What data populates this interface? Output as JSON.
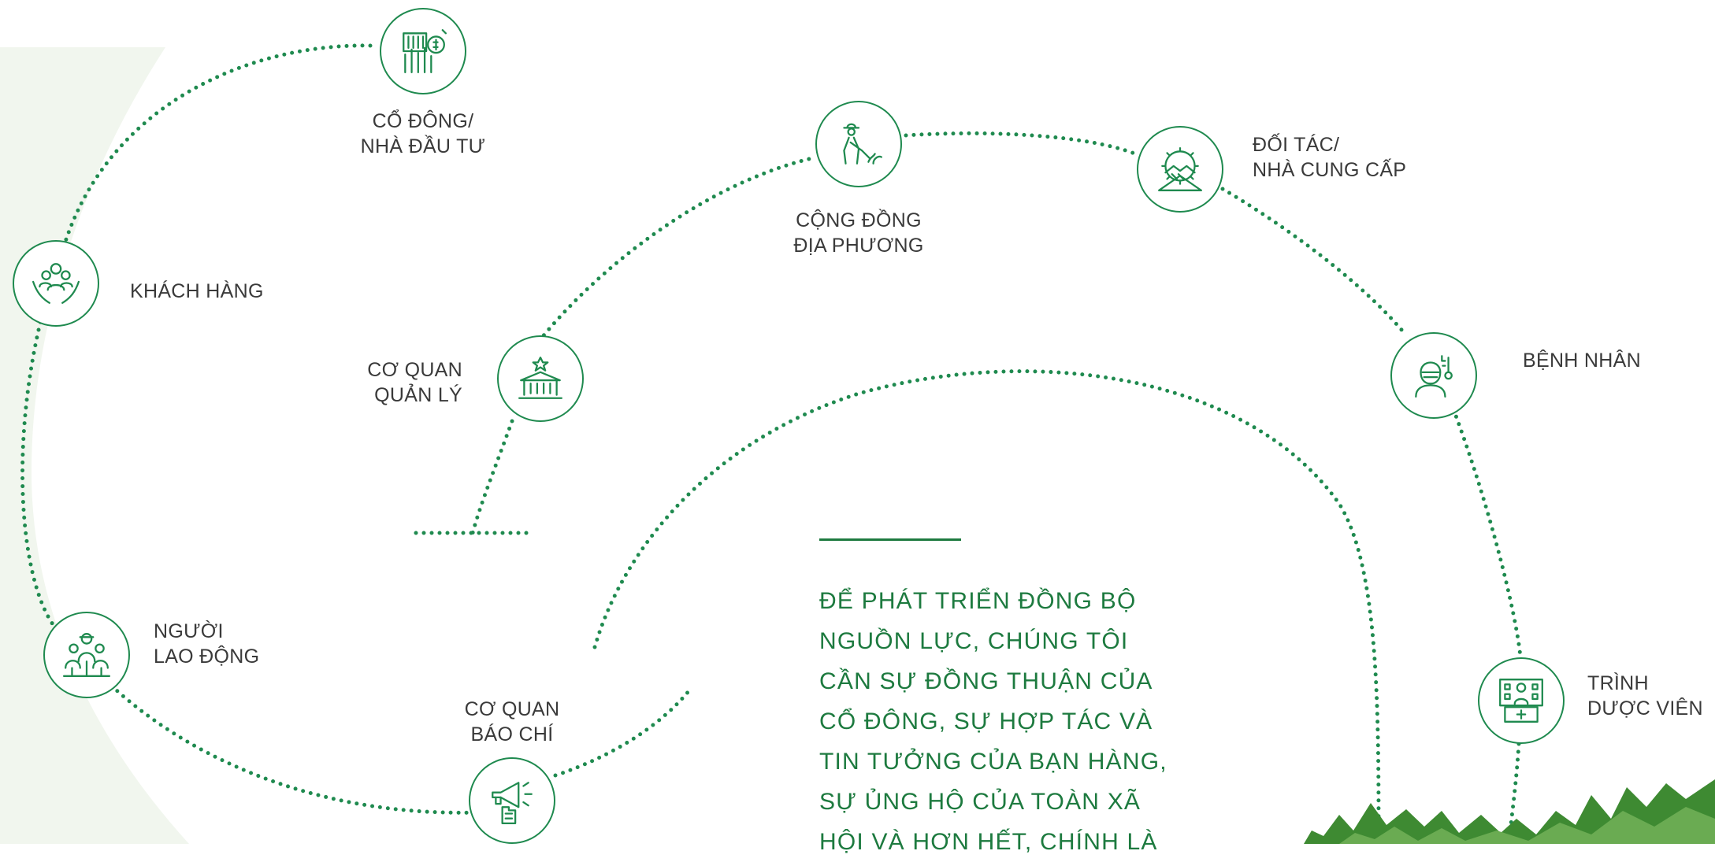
{
  "stakeholders": {
    "co_dong": {
      "line1": "CỔ ĐÔNG/",
      "line2": "NHÀ ĐẦU TƯ",
      "icon": "investor-chart-coin-icon"
    },
    "khach_hang": {
      "line1": "KHÁCH HÀNG",
      "icon": "hands-people-icon"
    },
    "cong_dong": {
      "line1": "CỘNG ĐỒNG",
      "line2": "ĐỊA PHƯƠNG",
      "icon": "farmer-icon"
    },
    "doi_tac": {
      "line1": "ĐỐI TÁC/",
      "line2": "NHÀ CUNG CẤP",
      "icon": "handshake-gear-icon"
    },
    "co_quan_quan_ly": {
      "line1": "CƠ QUAN",
      "line2": "QUẢN LÝ",
      "icon": "government-building-icon"
    },
    "benh_nhan": {
      "line1": "BỆNH NHÂN",
      "icon": "patient-thermometer-icon"
    },
    "nguoi_lao_dong": {
      "line1": "NGƯỜI",
      "line2": "LAO ĐỘNG",
      "icon": "workers-group-icon"
    },
    "co_quan_bao_chi": {
      "line1": "CƠ QUAN",
      "line2": "BÁO CHÍ",
      "icon": "megaphone-icon"
    },
    "trinh_duoc_vien": {
      "line1": "TRÌNH",
      "line2": "DƯỢC VIÊN",
      "icon": "pharmacy-building-icon"
    }
  },
  "statement": {
    "lines": [
      "ĐỂ PHÁT TRIỂN ĐỒNG BỘ",
      "NGUỒN LỰC, CHÚNG TÔI",
      "CẦN SỰ ĐỒNG THUẬN CỦA",
      "CỔ ĐÔNG, SỰ HỢP TÁC VÀ",
      "TIN TƯỞNG CỦA BẠN HÀNG,",
      "SỰ ỦNG HỘ CỦA TOÀN XÃ",
      "HỘI VÀ HƠN HẾT, CHÍNH LÀ"
    ]
  },
  "colors": {
    "accent": "#1f8a4f",
    "text": "#3a3a3a",
    "statement": "#1d7a3f",
    "backdrop": "#f1f6ee",
    "foliage": "#3e8a32"
  }
}
